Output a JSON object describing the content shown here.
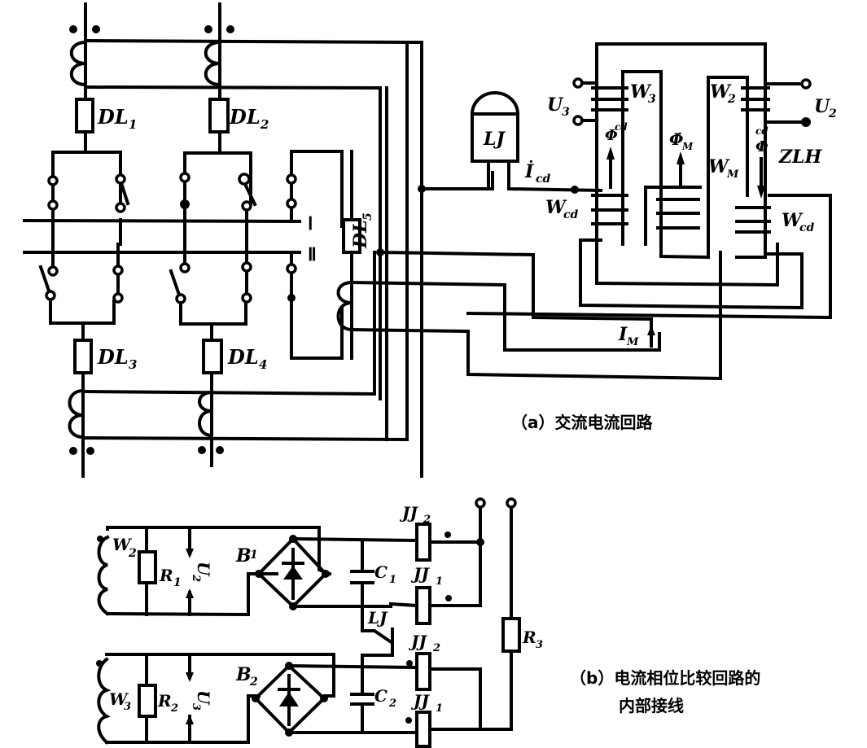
{
  "figure": {
    "part_a": {
      "caption": "（a）交流电流回路",
      "breakers": [
        {
          "id": "DL1",
          "name": "DL",
          "sub": "1"
        },
        {
          "id": "DL2",
          "name": "DL",
          "sub": "2"
        },
        {
          "id": "DL3",
          "name": "DL",
          "sub": "3"
        },
        {
          "id": "DL4",
          "name": "DL",
          "sub": "4"
        },
        {
          "id": "DL5",
          "name": "DL",
          "sub": "5"
        }
      ],
      "busbars": [
        {
          "label": "Ⅰ"
        },
        {
          "label": "Ⅱ"
        }
      ],
      "relay": {
        "name": "LJ"
      },
      "current_label": {
        "name": "İ",
        "sub": "cd"
      },
      "transformer": {
        "name": "ZLH",
        "windings": [
          {
            "name": "W",
            "sub": "3"
          },
          {
            "name": "W",
            "sub": "2"
          },
          {
            "name": "W",
            "sub": "M"
          },
          {
            "name": "W",
            "sub": "cd"
          },
          {
            "name": "W",
            "sub": "cd"
          }
        ],
        "voltages": [
          {
            "name": "U",
            "sub": "3"
          },
          {
            "name": "U",
            "sub": "2"
          }
        ],
        "fluxes": [
          {
            "name": "Φ",
            "sub": "cd"
          },
          {
            "name": "Φ̇",
            "sub": "M"
          },
          {
            "name": "Φ",
            "sub": "cd"
          }
        ]
      },
      "im_label": {
        "name": "I",
        "sub": "M"
      }
    },
    "part_b": {
      "caption_line1": "（b）电流相位比较回路的",
      "caption_line2": "内部接线",
      "windings": [
        {
          "name": "W",
          "sub": "2"
        },
        {
          "name": "W",
          "sub": "3"
        }
      ],
      "resistors": [
        {
          "name": "R",
          "sub": "1"
        },
        {
          "name": "R",
          "sub": "2"
        },
        {
          "name": "R",
          "sub": "3"
        }
      ],
      "voltages": [
        {
          "name": "U",
          "sub": "2"
        },
        {
          "name": "U",
          "sub": "3"
        }
      ],
      "bridges": [
        {
          "name": "B",
          "sub": "1"
        },
        {
          "name": "B",
          "sub": "2"
        }
      ],
      "capacitors": [
        {
          "name": "C",
          "sub": "1"
        },
        {
          "name": "C",
          "sub": "2"
        }
      ],
      "relay_coils": [
        {
          "name": "JJ",
          "sub": "2"
        },
        {
          "name": "JJ",
          "sub": "1"
        },
        {
          "name": "JJ",
          "sub": "2"
        },
        {
          "name": "JJ",
          "sub": "1"
        }
      ],
      "contact": {
        "name": "LJ"
      }
    }
  }
}
